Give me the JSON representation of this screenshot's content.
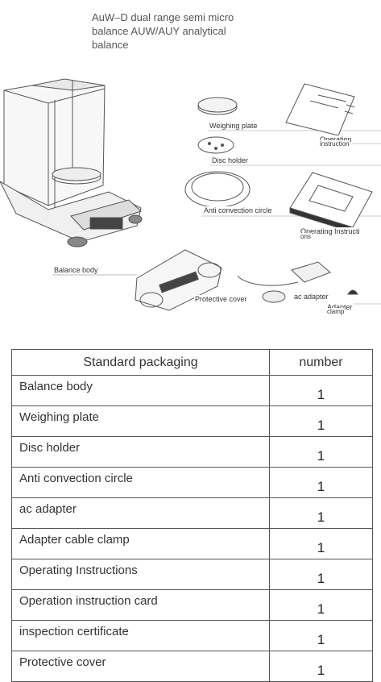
{
  "title": {
    "line1": "AuW–D dual range semi micro",
    "line2": "balance AUW/AUY analytical",
    "line3": "balance"
  },
  "labels": {
    "balance_body": "Balance body",
    "weighing_plate": "Weighing plate",
    "disc_holder": "Disc holder",
    "anti_convection": "Anti convection circle",
    "operation_card": "Operation",
    "operation_card_2": "instruction",
    "operating_instructions": "Operating Instructi",
    "operating_instructions_2": "ons",
    "protective_cover": "Protective cover",
    "ac_adapter": "ac adapter",
    "adapter": "Adapter",
    "adapter_2": "clamp"
  },
  "table": {
    "headers": [
      "Standard packaging",
      "number"
    ],
    "rows": [
      {
        "name": "Balance body",
        "number": "1"
      },
      {
        "name": "Weighing plate",
        "number": "1"
      },
      {
        "name": "Disc holder",
        "number": "1"
      },
      {
        "name": "Anti convection circle",
        "number": "1"
      },
      {
        "name": "ac adapter",
        "number": "1"
      },
      {
        "name": "Adapter cable clamp",
        "number": "1"
      },
      {
        "name": "Operating Instructions",
        "number": "1"
      },
      {
        "name": "Operation instruction card",
        "number": "1"
      },
      {
        "name": "inspection certificate",
        "number": "1"
      },
      {
        "name": "Protective cover",
        "number": "1"
      }
    ]
  }
}
